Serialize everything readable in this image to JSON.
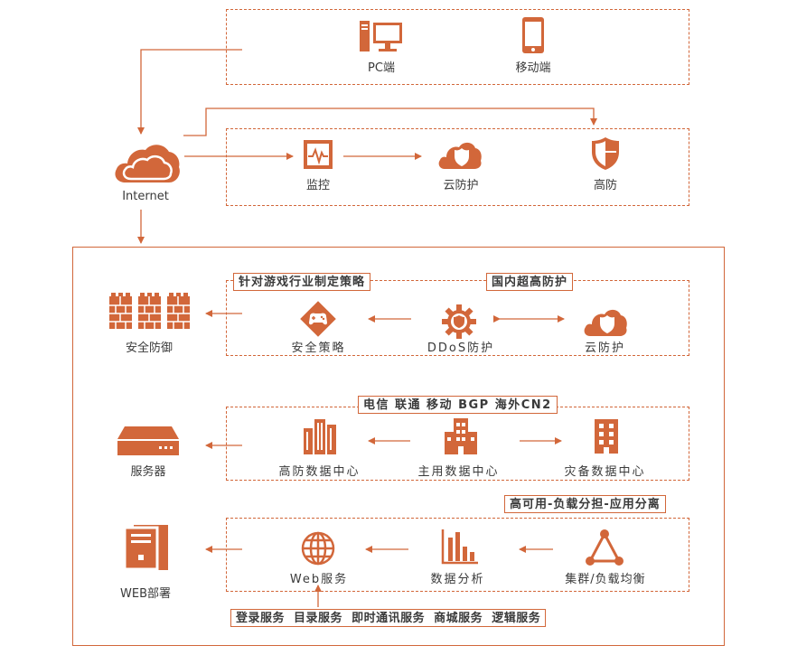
{
  "clients": {
    "pc": "PC端",
    "mobile": "移动端"
  },
  "internet": "Internet",
  "edge": {
    "monitor": "监控",
    "cloud_defense": "云防护",
    "high_defense": "高防"
  },
  "security_row": {
    "tag_strategy": "针对游戏行业制定策略",
    "tag_domestic": "国内超高防护",
    "strategy": "安全策略",
    "ddos": "DDoS防护",
    "cloud_defense": "云防护",
    "target": "安全防御"
  },
  "datacenter_row": {
    "tag_carriers": "电信 联通 移动 BGP 海外CN2",
    "high_defense_dc": "高防数据中心",
    "main_dc": "主用数据中心",
    "backup_dc": "灾备数据中心",
    "target": "服务器"
  },
  "web_row": {
    "tag_ha": "高可用-负载分担-应用分离",
    "web": "Web服务",
    "analytics": "数据分析",
    "cluster": "集群/负载均衡",
    "target": "WEB部署",
    "services": "登录服务  目录服务  即时通讯服务  商城服务  逻辑服务"
  },
  "colors": {
    "accent": "#d2673a",
    "text": "#3a3a3a"
  },
  "icons": [
    "desktop-pc-icon",
    "mobile-phone-icon",
    "cloud-icon",
    "monitor-icon",
    "cloud-shield-icon",
    "shield-icon",
    "firewall-icon",
    "gamepad-diamond-icon",
    "gear-shield-icon",
    "building-icon",
    "server-icon",
    "globe-icon",
    "bar-chart-icon",
    "network-triangle-icon",
    "web-server-icon"
  ]
}
